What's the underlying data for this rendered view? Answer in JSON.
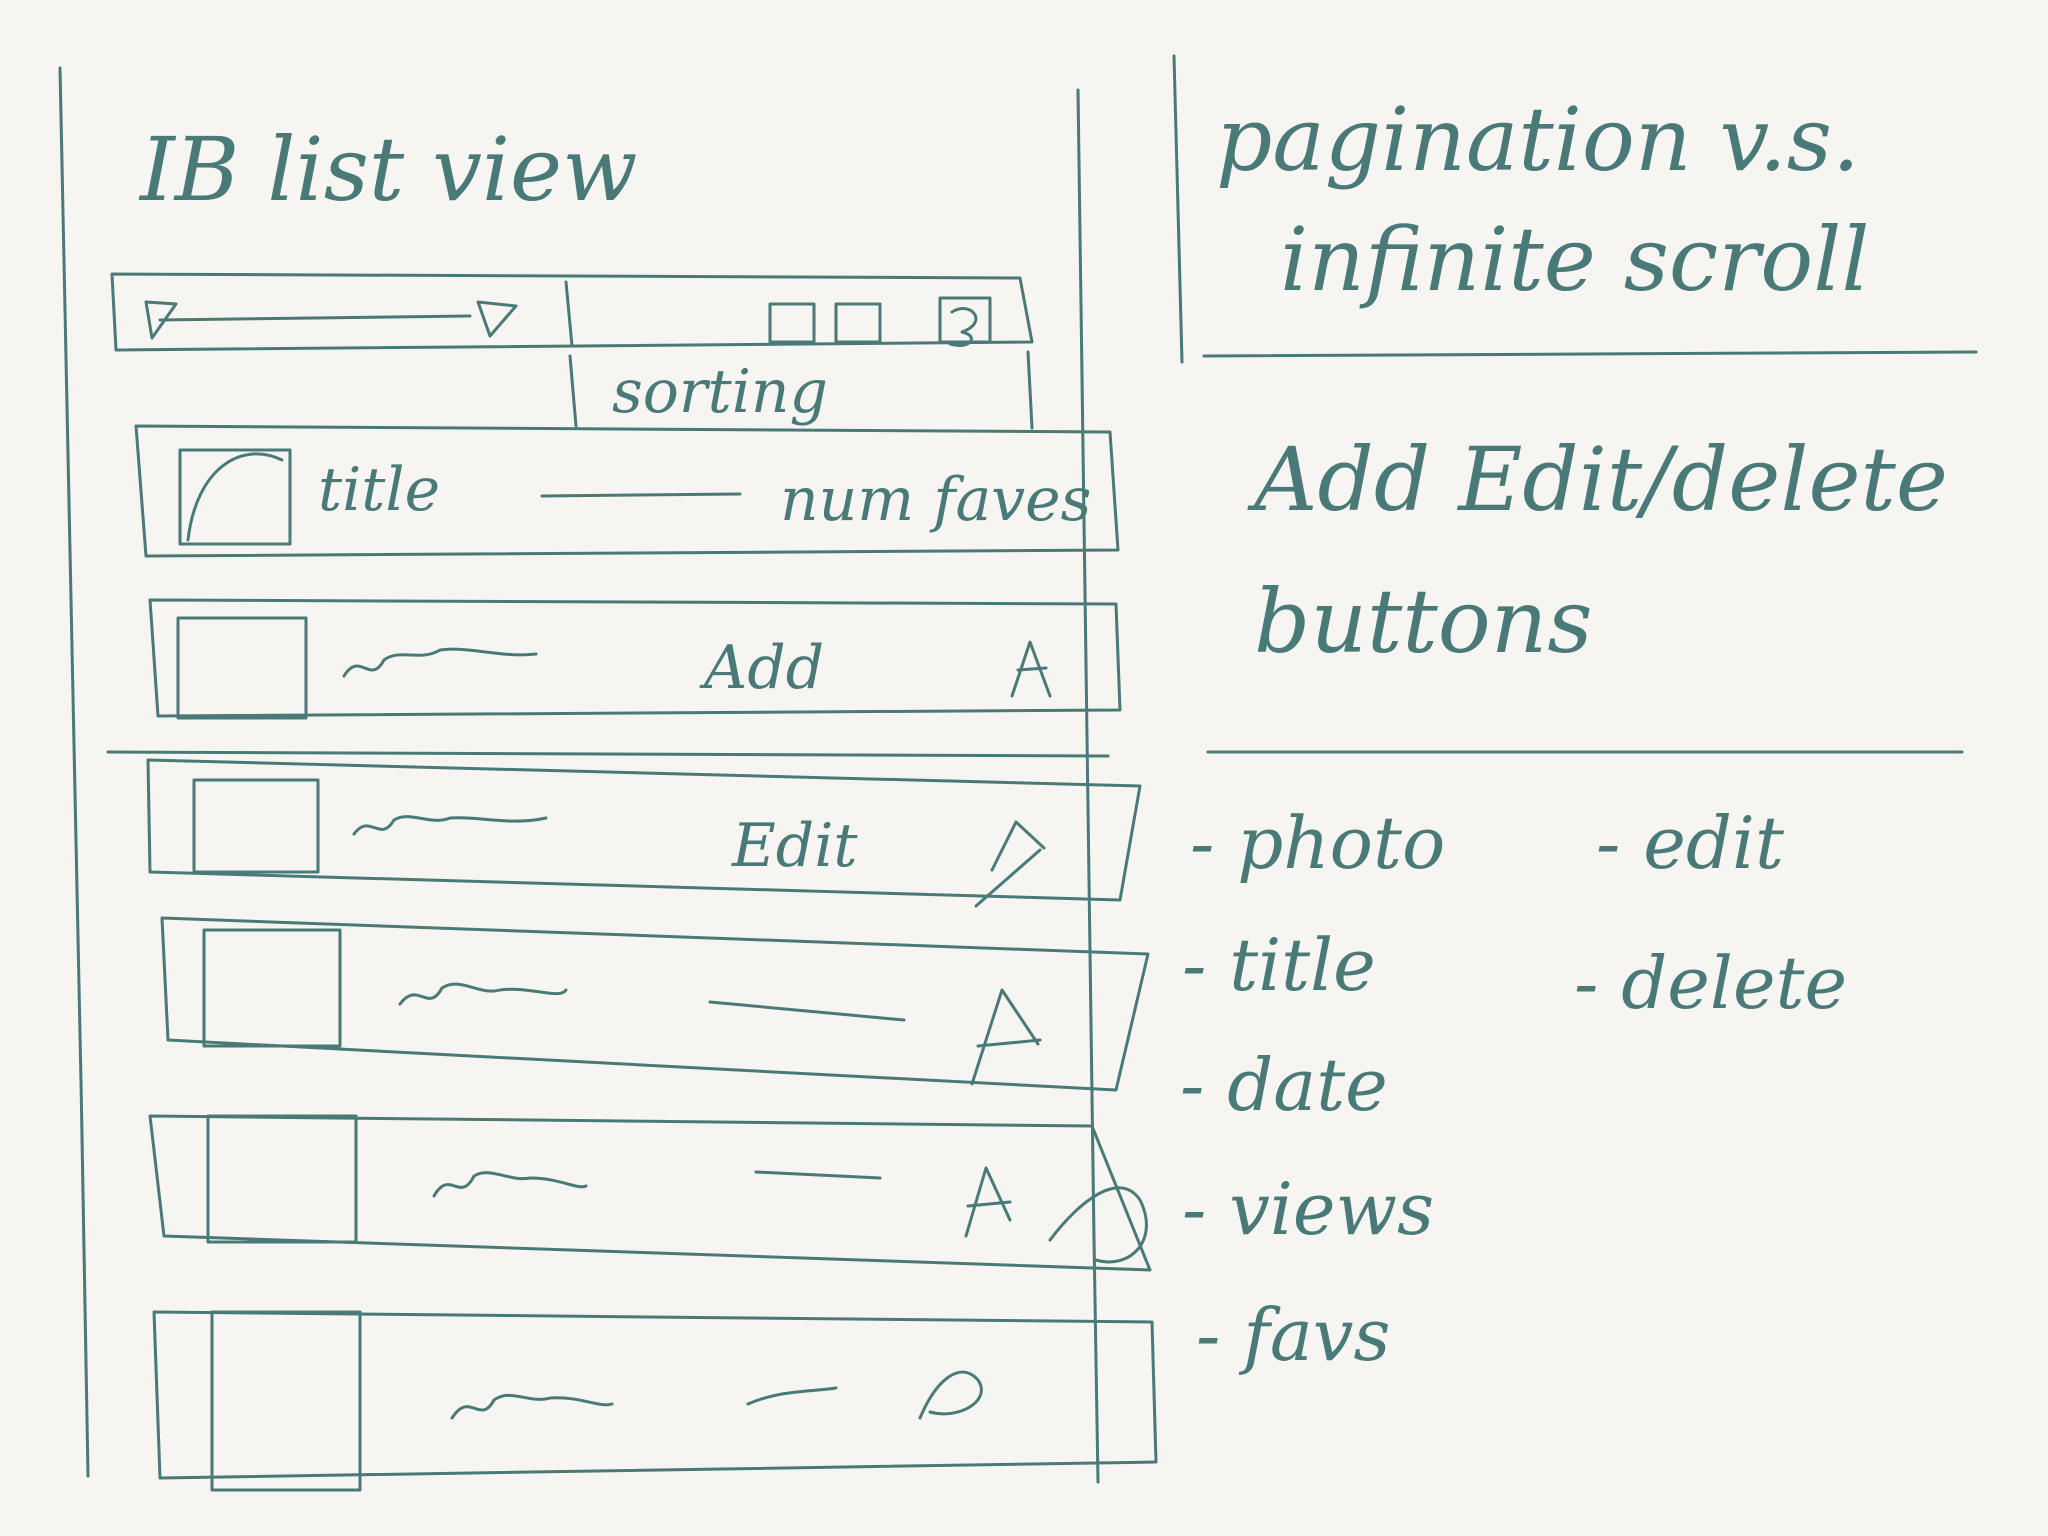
{
  "colors": {
    "ink": "#4a7a78",
    "paper": "#f6f5f2"
  },
  "left_panel": {
    "title": "IB list view",
    "toolbar": {
      "sorting_label": "sorting",
      "view_icons": [
        "grid-view-icon",
        "list-view-icon",
        "gear-icon"
      ]
    },
    "header_row": {
      "title_label": "title",
      "count_label": "num faves"
    },
    "rows": [
      {
        "right_label": "Add"
      },
      {
        "right_label": "Edit"
      },
      {
        "right_label": ""
      },
      {
        "right_label": ""
      },
      {
        "right_label": ""
      }
    ]
  },
  "right_panel": {
    "note_1": {
      "line1": "pagination v.s.",
      "line2": "infinite scroll"
    },
    "note_2": {
      "line1": "Add Edit/delete",
      "line2": "buttons"
    },
    "fields": [
      "- photo",
      "- title",
      "- date",
      "- views",
      "- favs"
    ],
    "actions": [
      "- edit",
      "- delete"
    ]
  }
}
